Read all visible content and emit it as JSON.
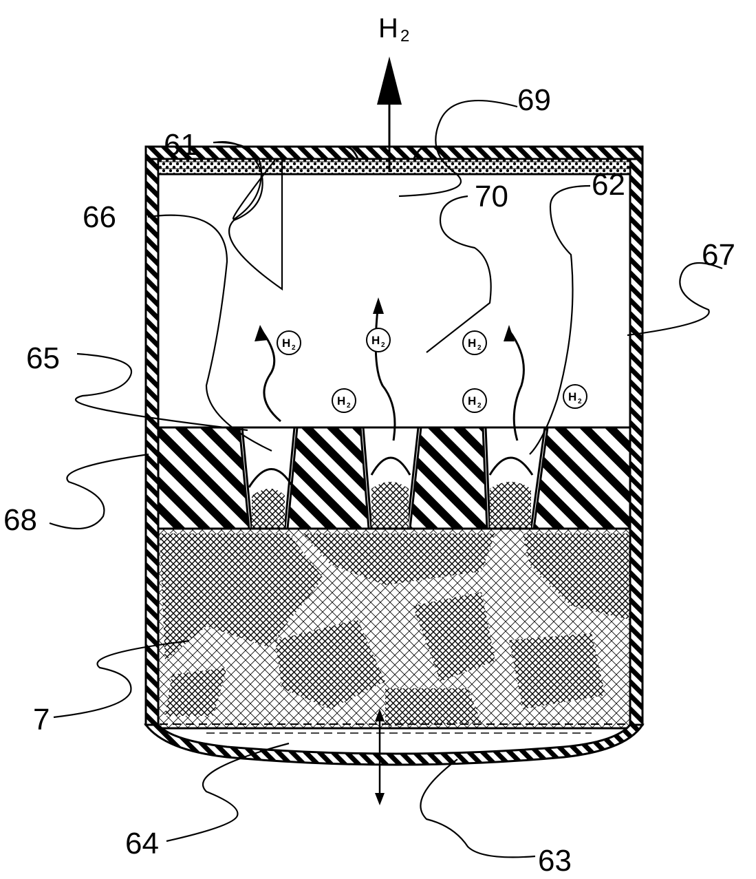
{
  "gas": {
    "symbol": "H",
    "subscript": "2"
  },
  "labels": {
    "l61": "61",
    "l62": "62",
    "l63": "63",
    "l64": "64",
    "l65": "65",
    "l66": "66",
    "l67": "67",
    "l68": "68",
    "l69": "69",
    "l70": "70",
    "l7": "7"
  }
}
